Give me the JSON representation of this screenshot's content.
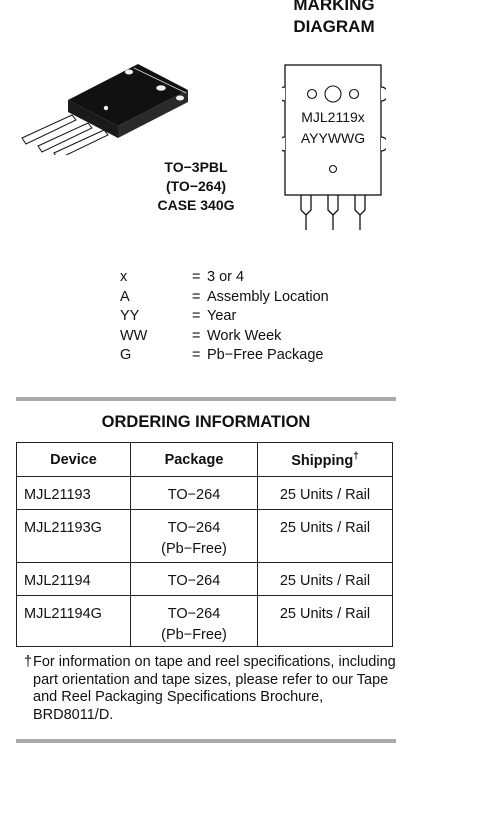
{
  "marking_diagram": {
    "title_line1": "MARKING",
    "title_line2": "DIAGRAM",
    "line1": "MJL2119x",
    "line2": "AYYWWG"
  },
  "package": {
    "line1": "TO−3PBL",
    "line2": "(TO−264)",
    "line3": "CASE 340G"
  },
  "legend": [
    {
      "key": "x",
      "value": "3 or 4"
    },
    {
      "key": "A",
      "value": "Assembly Location"
    },
    {
      "key": "YY",
      "value": "Year"
    },
    {
      "key": "WW",
      "value": "Work Week"
    },
    {
      "key": "G",
      "value": "Pb−Free Package"
    }
  ],
  "legend_eq": "=",
  "ordering": {
    "title": "ORDERING INFORMATION",
    "headers": {
      "device": "Device",
      "package": "Package",
      "shipping": "Shipping",
      "shipping_mark": "†"
    },
    "rows": [
      {
        "device": "MJL21193",
        "package": "TO−264",
        "package_note": "",
        "shipping": "25 Units / Rail"
      },
      {
        "device": "MJL21193G",
        "package": "TO−264",
        "package_note": "(Pb−Free)",
        "shipping": "25 Units / Rail"
      },
      {
        "device": "MJL21194",
        "package": "TO−264",
        "package_note": "",
        "shipping": "25 Units / Rail"
      },
      {
        "device": "MJL21194G",
        "package": "TO−264",
        "package_note": "(Pb−Free)",
        "shipping": "25 Units / Rail"
      }
    ]
  },
  "footnote": {
    "mark": "†",
    "text": "For information on tape and reel specifications, including part orientation and tape sizes, please refer to our Tape and Reel Packaging Specifications Brochure, BRD8011/D."
  }
}
